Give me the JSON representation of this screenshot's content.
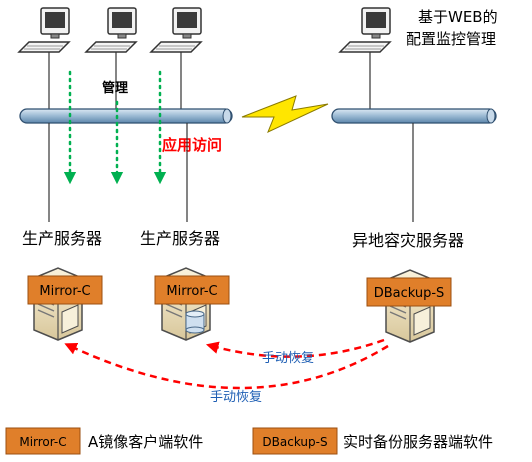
{
  "labels": {
    "web_console": [
      "基于WEB的",
      "配置监控管理"
    ],
    "management": "管理",
    "app_access": "应用访问",
    "prod_server_1": "生产服务器",
    "prod_server_2": "生产服务器",
    "dr_server": "异地容灾服务器",
    "manual_restore_1": "手动恢复",
    "manual_restore_2": "手动恢复"
  },
  "boxes": {
    "mirror_1": "Mirror-C",
    "mirror_2": "Mirror-C",
    "dbackup": "DBackup-S"
  },
  "legend": {
    "mirror_tag": "Mirror-C",
    "mirror_desc": "A镜像客户端软件",
    "dbackup_tag": "DBackup-S",
    "dbackup_desc": "实时备份服务器端软件"
  },
  "colors": {
    "tag_fill": "#E07F2A",
    "app_access_text": "#FF0000",
    "restore_arrow": "#FF0000",
    "restore_text": "#1F5FB4",
    "mgmt_arrow": "#00B050",
    "lightning": "#FFE600",
    "bus": "#A8C4DC"
  },
  "icons": [
    "workstation-icon",
    "server-icon",
    "database-icon",
    "lightning-icon"
  ]
}
